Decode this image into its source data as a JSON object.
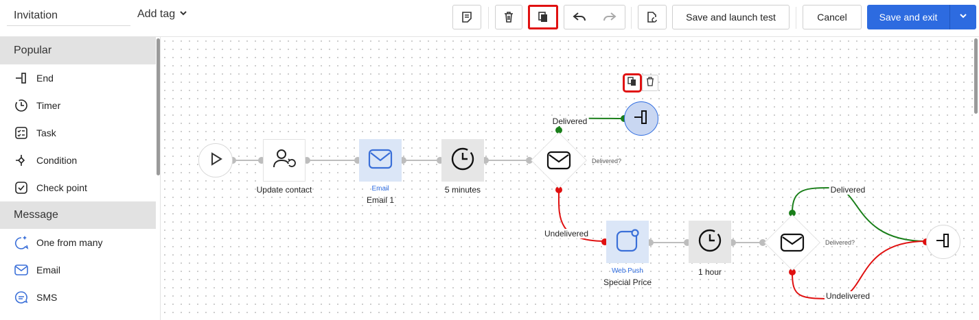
{
  "topbar": {
    "title_value": "Invitation",
    "add_tag_label": "Add tag",
    "save_launch_label": "Save and launch test",
    "cancel_label": "Cancel",
    "save_exit_label": "Save and exit"
  },
  "sidebar": {
    "sections": [
      {
        "title": "Popular",
        "items": [
          {
            "label": "End",
            "icon": "end-icon"
          },
          {
            "label": "Timer",
            "icon": "timer-icon"
          },
          {
            "label": "Task",
            "icon": "task-icon"
          },
          {
            "label": "Condition",
            "icon": "condition-icon"
          },
          {
            "label": "Check point",
            "icon": "checkpoint-icon"
          }
        ]
      },
      {
        "title": "Message",
        "items": [
          {
            "label": "One from many",
            "icon": "sparkle-message-icon"
          },
          {
            "label": "Email",
            "icon": "email-icon"
          },
          {
            "label": "SMS",
            "icon": "sms-icon"
          }
        ]
      }
    ]
  },
  "flow": {
    "update_contact": "Update contact",
    "email_type": "Email",
    "email_name": "Email 1",
    "timer1": "5 minutes",
    "cond1": "Delivered?",
    "delivered1": "Delivered",
    "undelivered1": "Undelivered",
    "webpush_type": "Web Push",
    "webpush_name": "Special Price",
    "timer2": "1 hour",
    "cond2": "Delivered?",
    "delivered2": "Delivered",
    "undelivered2": "Undelivered"
  },
  "colors": {
    "primary": "#2d6be0",
    "success": "#1a7f1a",
    "danger": "#e01010",
    "highlight": "#e01010"
  }
}
